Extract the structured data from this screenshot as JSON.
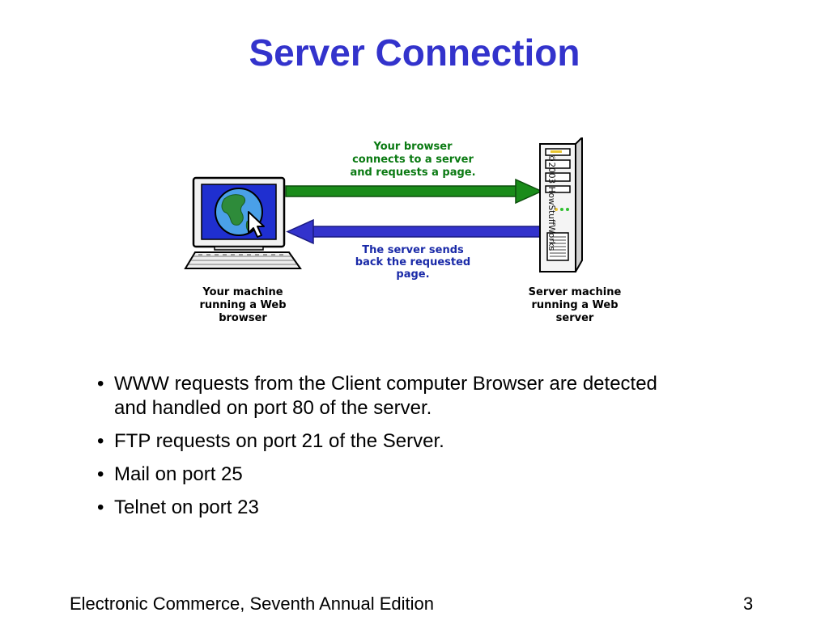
{
  "slide": {
    "title": "Server Connection"
  },
  "diagram": {
    "request_caption": "Your browser\nconnects to a server\nand requests a page.",
    "response_caption": "The server sends\nback the requested\npage.",
    "client_caption": "Your machine\nrunning a Web\nbrowser",
    "server_caption": "Server machine\nrunning a Web\nserver",
    "copyright": "©2003 HowStuffWorks",
    "icons": [
      "computer-monitor-icon",
      "globe-icon",
      "mouse-pointer-icon",
      "keyboard-icon",
      "server-tower-icon"
    ],
    "colors": {
      "request_arrow": "#1a8c1a",
      "response_arrow": "#3333cc",
      "screen": "#1f2fd0",
      "globe_land": "#2e8b3a"
    }
  },
  "bullets": [
    "WWW requests from the Client computer Browser are detected and handled on port 80 of the server.",
    "FTP requests on port 21 of the Server.",
    "Mail on port 25",
    "Telnet on port 23"
  ],
  "footer": {
    "source": "Electronic Commerce, Seventh Annual Edition",
    "page_number": "3"
  },
  "theme": {
    "title_color": "#3333cc",
    "text_color": "#000000"
  }
}
